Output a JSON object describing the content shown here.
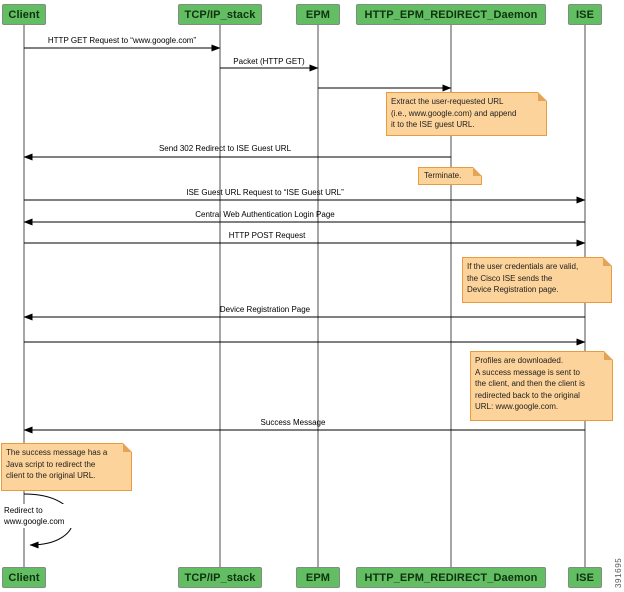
{
  "figure_number": "391695",
  "actors": [
    {
      "id": "client",
      "label": "Client"
    },
    {
      "id": "tcpip",
      "label": "TCP/IP_stack"
    },
    {
      "id": "epm",
      "label": "EPM"
    },
    {
      "id": "daemon",
      "label": "HTTP_EPM_REDIRECT_Daemon"
    },
    {
      "id": "ise",
      "label": "ISE"
    }
  ],
  "messages": [
    {
      "label": "HTTP GET Request to “www.google.com”",
      "from": "Client",
      "to": "TCP/IP_stack",
      "direction": "right"
    },
    {
      "label": "Packet (HTTP GET)",
      "from": "TCP/IP_stack",
      "to": "EPM",
      "direction": "right"
    },
    {
      "label": "",
      "from": "EPM",
      "to": "HTTP_EPM_REDIRECT_Daemon",
      "direction": "right"
    },
    {
      "label": "Send 302 Redirect to ISE Guest URL",
      "from": "HTTP_EPM_REDIRECT_Daemon",
      "to": "Client",
      "direction": "left"
    },
    {
      "label": "ISE Guest URL Request to “ISE Guest URL”",
      "from": "Client",
      "to": "ISE",
      "direction": "right"
    },
    {
      "label": "Central Web Authentication Login Page",
      "from": "ISE",
      "to": "Client",
      "direction": "left"
    },
    {
      "label": "HTTP POST Request",
      "from": "Client",
      "to": "ISE",
      "direction": "right"
    },
    {
      "label": "Device Registration Page",
      "from": "ISE",
      "to": "Client",
      "direction": "left"
    },
    {
      "label": "",
      "from": "Client",
      "to": "ISE",
      "direction": "right"
    },
    {
      "label": "Success Message",
      "from": "ISE",
      "to": "Client",
      "direction": "left"
    }
  ],
  "self_message": {
    "actor": "Client",
    "label": [
      "Redirect to",
      "www.google.com"
    ]
  },
  "notes": [
    {
      "lines": [
        "Extract the user-requested URL",
        "(i.e., www.google.com) and append",
        "it to the ISE guest URL."
      ]
    },
    {
      "lines": [
        "Terminate."
      ]
    },
    {
      "lines": [
        "If the user credentials are valid,",
        "the Cisco ISE sends the",
        "Device Registration page."
      ]
    },
    {
      "lines": [
        "Profiles are downloaded.",
        "A success message is sent to",
        "the client, and then the client is",
        "redirected back to the original",
        "URL:  www.google.com."
      ]
    },
    {
      "lines": [
        "The success message has a",
        "Java script to redirect the",
        "client to the original URL."
      ]
    }
  ],
  "colors": {
    "actor_fill": "#63bd63",
    "note_fill": "#fcd39a",
    "note_border": "#e89c3e",
    "line": "#000000"
  }
}
